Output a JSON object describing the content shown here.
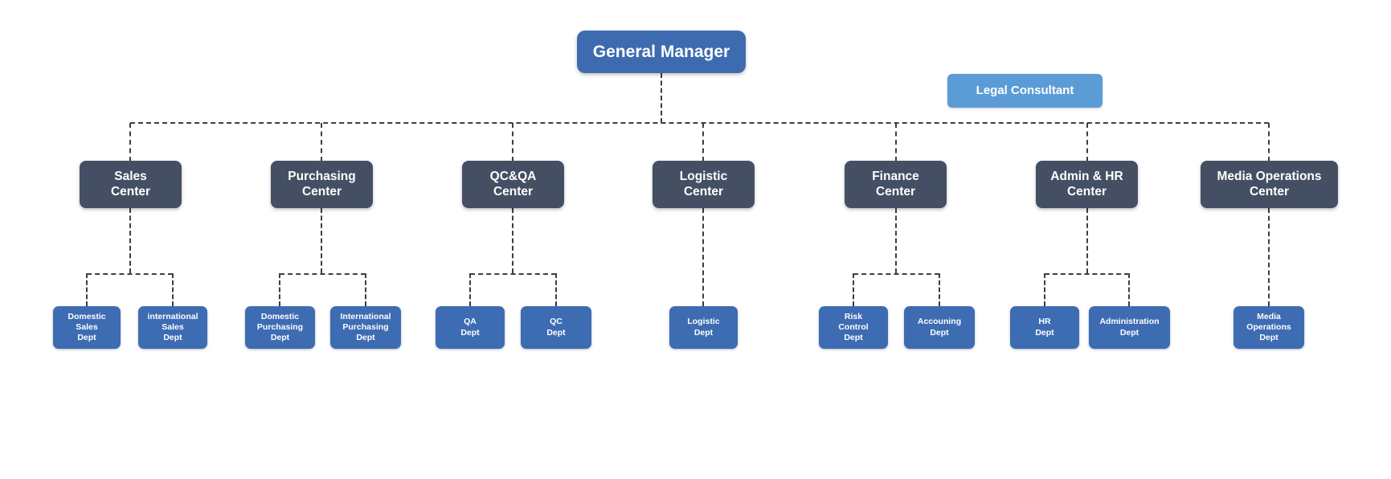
{
  "colors": {
    "root_fill": "#3e6bb0",
    "advisor_fill": "#5c9cd6",
    "center_fill": "#454f64",
    "department_fill": "#3d6cb3",
    "connector": "#3b3f47",
    "text": "#ffffff",
    "background": "#ffffff"
  },
  "root": {
    "label": "General Manager"
  },
  "advisor": {
    "label": "Legal Consultant"
  },
  "centers": [
    {
      "label": "Sales\nCenter",
      "departments": [
        {
          "label": "Domestic\nSales\nDept"
        },
        {
          "label": "international\nSales\nDept"
        }
      ]
    },
    {
      "label": "Purchasing\nCenter",
      "departments": [
        {
          "label": "Domestic\nPurchasing\nDept"
        },
        {
          "label": "International\nPurchasing\nDept"
        }
      ]
    },
    {
      "label": "QC&QA\nCenter",
      "departments": [
        {
          "label": "QA\nDept"
        },
        {
          "label": "QC\nDept"
        }
      ]
    },
    {
      "label": "Logistic\nCenter",
      "departments": [
        {
          "label": "Logistic\nDept"
        }
      ]
    },
    {
      "label": "Finance\nCenter",
      "departments": [
        {
          "label": "Risk\nControl\nDept"
        },
        {
          "label": "Accouning\nDept"
        }
      ]
    },
    {
      "label": "Admin & HR\nCenter",
      "departments": [
        {
          "label": "HR\nDept"
        },
        {
          "label": "Administration\nDept"
        }
      ]
    },
    {
      "label": "Media Operations\nCenter",
      "departments": [
        {
          "label": "Media\nOperations\nDept"
        }
      ]
    }
  ]
}
